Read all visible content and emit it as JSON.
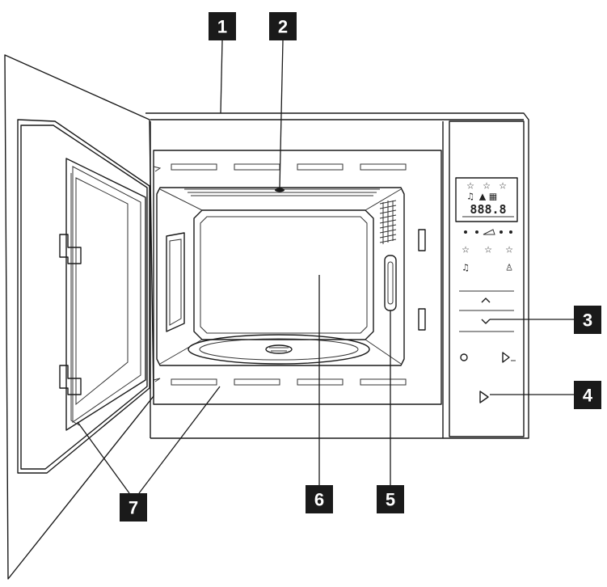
{
  "callouts": [
    {
      "label": "1"
    },
    {
      "label": "2"
    },
    {
      "label": "3"
    },
    {
      "label": "4"
    },
    {
      "label": "5"
    },
    {
      "label": "6"
    },
    {
      "label": "7"
    }
  ],
  "display": {
    "segments": "888.8"
  },
  "colors": {
    "line": "#1a1a1a",
    "callout_bg": "#1a1a1a",
    "callout_text": "#ffffff",
    "background": "#ffffff"
  },
  "icons": [
    "star-icon",
    "bell-icon",
    "weight-icon",
    "defrost-icon",
    "chevron-up-icon",
    "chevron-down-icon",
    "clock-icon",
    "start-icon",
    "play-icon"
  ]
}
